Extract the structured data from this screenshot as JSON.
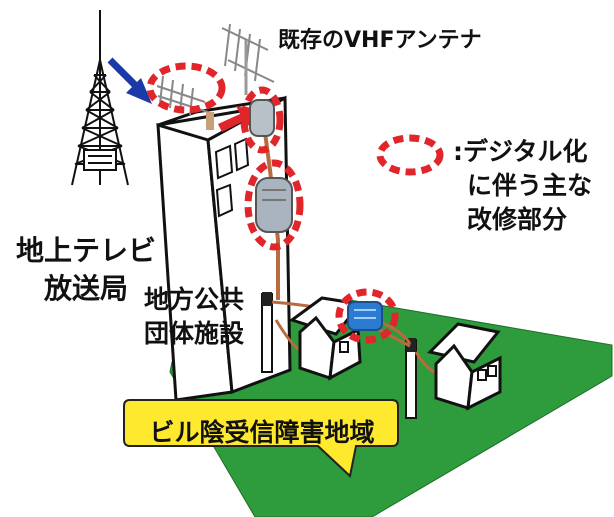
{
  "labels": {
    "existing_antenna": "既存のVHFアンテナ",
    "legend_lines": [
      ":デジタル化",
      "に伴う主な",
      "改修部分"
    ],
    "station_lines": [
      "地上テレビ",
      "放送局"
    ],
    "facility_lines": [
      "地方公共",
      "団体施設"
    ],
    "callout": "ビル陰受信障害地域"
  },
  "colors": {
    "ground": "#2e9b3c",
    "highlight_dashes": "#e0262b",
    "callout_fill": "#ffe92e",
    "arrow": "#1b3aa8",
    "cable": "#b86b3c"
  }
}
